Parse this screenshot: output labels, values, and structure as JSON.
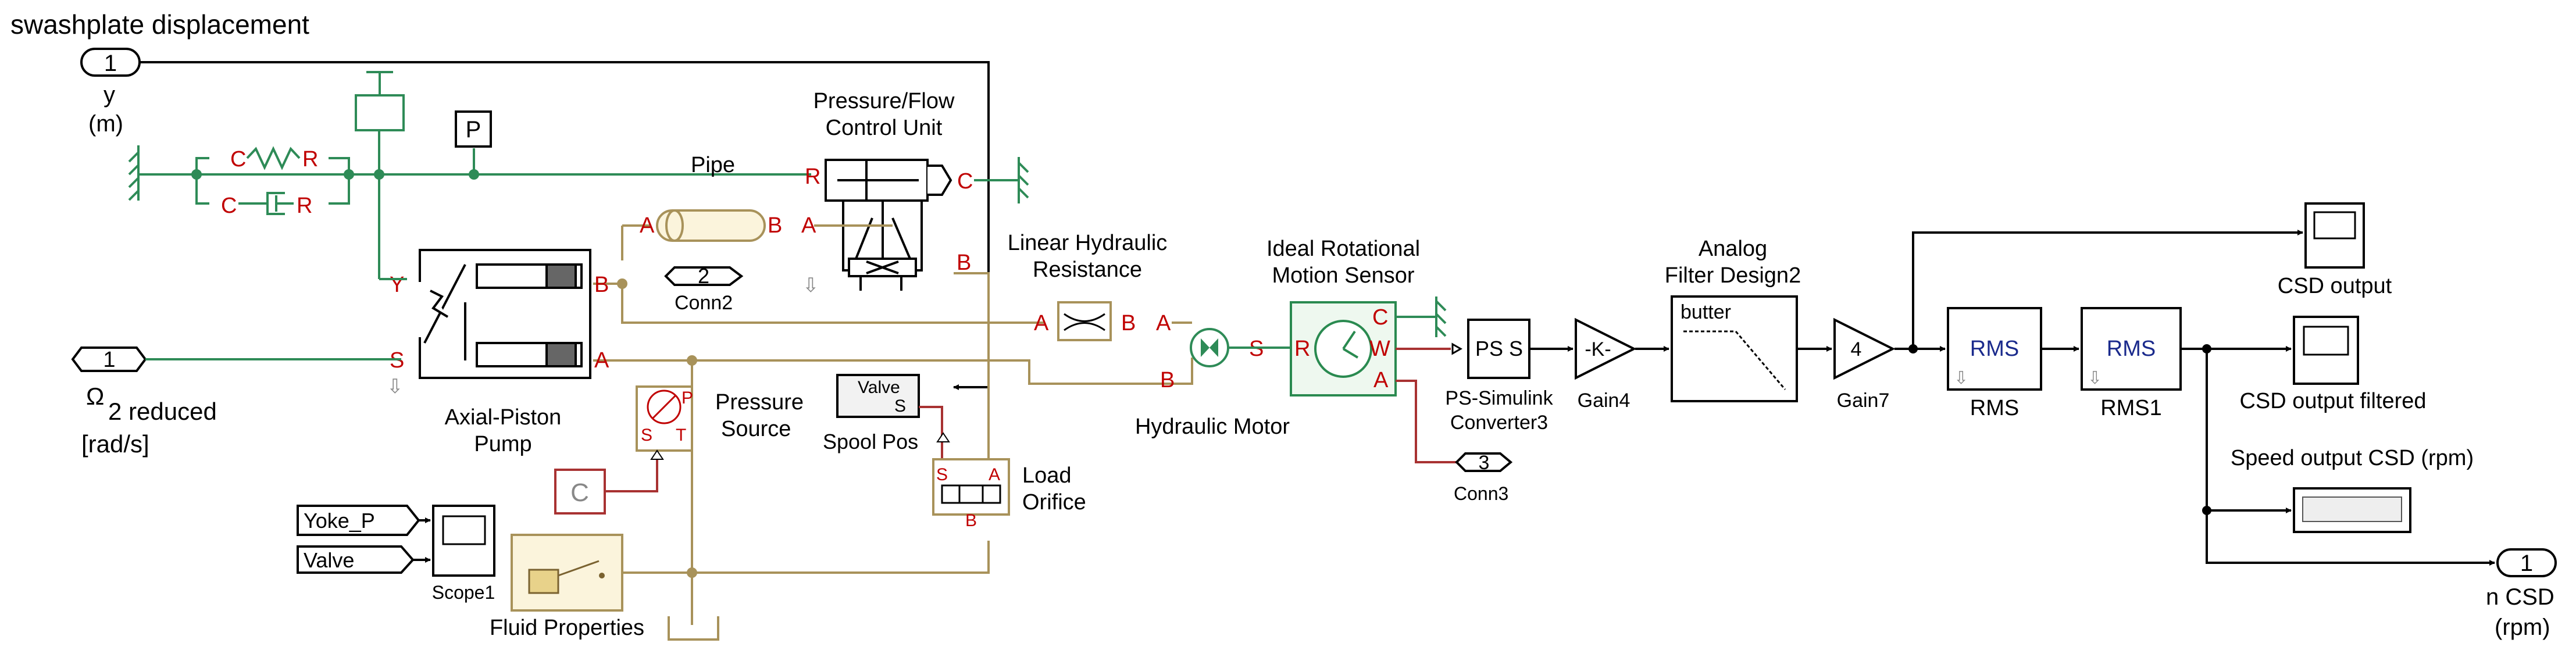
{
  "diagram": {
    "colors": {
      "signal": "#000000",
      "hydraulic": "#a8925a",
      "mechanical": "#2e8b57",
      "port": "#c00000",
      "physical": "#2a8a50",
      "rms_text": "#1a2a8c",
      "conn_arrow": "#888888"
    },
    "ports": {
      "inport_swash": {
        "number": "1",
        "title": "swashplate displacement",
        "label_line1": "y",
        "label_line2": "(m)"
      },
      "inport_omega": {
        "number": "1",
        "label_symbol": "Ω",
        "label_sub": "2 reduced",
        "label_line2": "[rad/s]"
      },
      "conn2": {
        "number": "2",
        "label": "Conn2"
      },
      "conn3": {
        "number": "3",
        "label": "Conn3"
      },
      "outport_ncsd": {
        "number": "1",
        "label_line1": "n CSD",
        "label_line2": "(rpm)"
      },
      "goto_yoke": {
        "label": "Yoke_P"
      },
      "goto_valve": {
        "label": "Valve"
      }
    },
    "blocks": {
      "spring": {
        "left_port": "C",
        "right_port": "R"
      },
      "damper": {
        "left_port": "C",
        "right_port": "R"
      },
      "pressure_sensor": {
        "symbol": "P"
      },
      "pipe": {
        "label": "Pipe",
        "port": "R"
      },
      "pfcu": {
        "title_line1": "Pressure/Flow",
        "title_line2": "Control Unit",
        "port_c": "C",
        "port_b": "B"
      },
      "pipe2": {
        "port_a_left": "A",
        "port_b": "B",
        "port_a_right": "A"
      },
      "pump": {
        "name_line1": "Axial-Piston",
        "name_line2": "Pump",
        "port_y": "Y",
        "port_s": "S",
        "port_b": "B",
        "port_a": "A"
      },
      "lin_res": {
        "name_line1": "Linear Hydraulic",
        "name_line2": "Resistance",
        "port_a": "A",
        "port_b": "B",
        "port_a2": "A"
      },
      "hyd_motor": {
        "name": "Hydraulic Motor",
        "port_s": "S",
        "port_b": "B"
      },
      "ideal_sensor": {
        "name_line1": "Ideal Rotational",
        "name_line2": "Motion Sensor",
        "port_c": "C",
        "port_r": "R",
        "port_w": "W",
        "port_a": "A"
      },
      "ps_converter": {
        "text": "PS S",
        "name_line1": "PS-Simulink",
        "name_line2": "Converter3"
      },
      "gain4": {
        "text": "-K-",
        "name": "Gain4"
      },
      "analog_filter": {
        "text": "butter",
        "name_line1": "Analog",
        "name_line2": "Filter Design2"
      },
      "gain7": {
        "text": "4",
        "name": "Gain7"
      },
      "rms": {
        "text": "RMS",
        "name": "RMS"
      },
      "rms1": {
        "text": "RMS",
        "name": "RMS1"
      },
      "scope_csd": {
        "name": "CSD output"
      },
      "scope_csd_filtered": {
        "name": "CSD output filtered"
      },
      "display_speed": {
        "name": "Speed  output CSD (rpm)"
      },
      "pressure_source": {
        "name_line1": "Pressure",
        "name_line2": "Source",
        "port_p": "P",
        "port_s": "S",
        "port_t": "T"
      },
      "valve_from": {
        "text_line1": "Valve",
        "text_line2": "S"
      },
      "spool_pos": {
        "label": "Spool Pos"
      },
      "const_c": {
        "text": "C"
      },
      "load_orifice": {
        "name_line1": "Load",
        "name_line2": "Orifice",
        "port_s": "S",
        "port_a": "A",
        "port_b": "B"
      },
      "scope1": {
        "name": "Scope1"
      },
      "fluid_props": {
        "name": "Fluid Properties"
      }
    }
  }
}
